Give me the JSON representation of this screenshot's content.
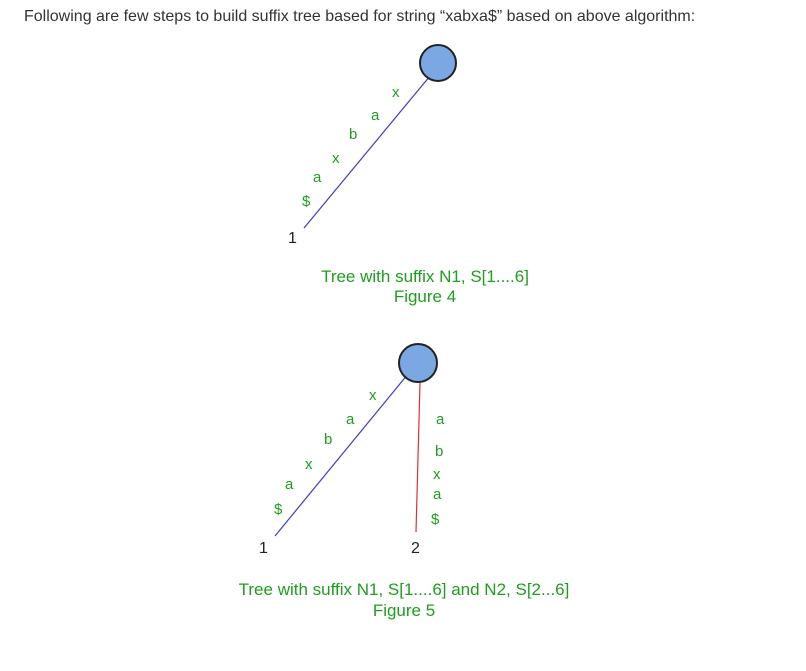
{
  "intro_text": "Following are few steps to build suffix tree based for string “xabxa$” based on above algorithm:",
  "colors": {
    "node_fill": "#7ba7e3",
    "node_stroke": "#222222",
    "edge_blue": "#3b3bd9",
    "edge_red": "#e03030",
    "label_green": "#1e9e1e"
  },
  "figures": [
    {
      "caption_line1": "Tree with suffix N1, S[1....6]",
      "caption_line2": "Figure 4",
      "edges": [
        {
          "leaf_label": "1",
          "chars": [
            "x",
            "a",
            "b",
            "x",
            "a",
            "$"
          ]
        }
      ]
    },
    {
      "caption_line1": "Tree with suffix N1, S[1....6] and N2, S[2...6]",
      "caption_line2": "Figure 5",
      "edges": [
        {
          "leaf_label": "1",
          "chars": [
            "x",
            "a",
            "b",
            "x",
            "a",
            "$"
          ]
        },
        {
          "leaf_label": "2",
          "chars": [
            "a",
            "b",
            "x",
            "a",
            "$"
          ]
        }
      ]
    }
  ]
}
